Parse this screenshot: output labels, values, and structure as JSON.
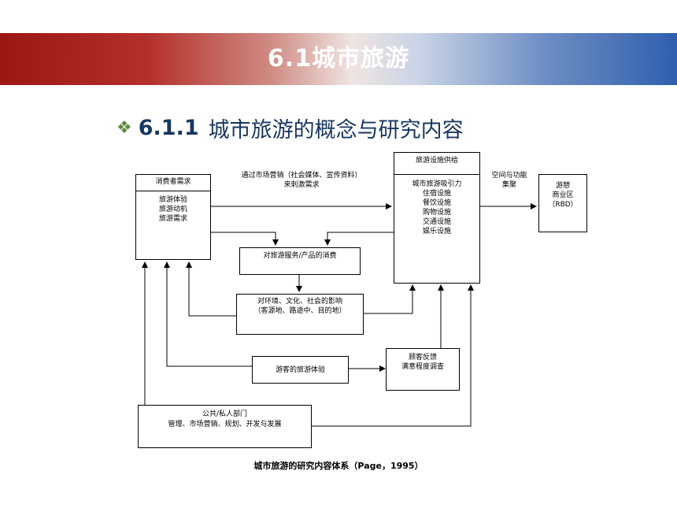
{
  "header": {
    "title": "6.1城市旅游"
  },
  "section": {
    "bullet": "❖",
    "number": "6.1.1",
    "title": "城市旅游的概念与研究内容"
  },
  "diagram": {
    "consumer_demand": {
      "title": "消费者需求",
      "lines": [
        "旅游体验",
        "旅游动机",
        "旅游需求"
      ]
    },
    "facilities_supply": {
      "title": "旅游设施供给",
      "lines": [
        "城市旅游吸引力",
        "住宿设施",
        "餐饮设施",
        "购物设施",
        "交通设施",
        "娱乐设施"
      ]
    },
    "rbd": {
      "lines": [
        "游憩",
        "商业区",
        "（RBD）"
      ]
    },
    "consumption": {
      "text": "对旅游服务/产品的消费"
    },
    "impact": {
      "lines": [
        "对环境、文化、社会的影响",
        "（客源地、路途中、目的地）"
      ]
    },
    "experience": {
      "text": "游客的旅游体验"
    },
    "feedback": {
      "lines": [
        "顾客反馈",
        "满意程度调查"
      ]
    },
    "sector": {
      "lines": [
        "公共/私人部门",
        "管理、市场营销、规划、开发与发展"
      ]
    },
    "marketing_label": {
      "lines": [
        "通过市场营销（社会媒体、宣传资料）",
        "来刺激需求"
      ]
    },
    "spatial_label": {
      "lines": [
        "空间与功能",
        "集聚"
      ]
    }
  },
  "caption": "城市旅游的研究内容体系（Page，1995）",
  "colors": {
    "title_blue": "#17375e",
    "bullet_green": "#5b8c3a",
    "banner_red": "#9b1712",
    "banner_blue": "#2f5fae"
  }
}
